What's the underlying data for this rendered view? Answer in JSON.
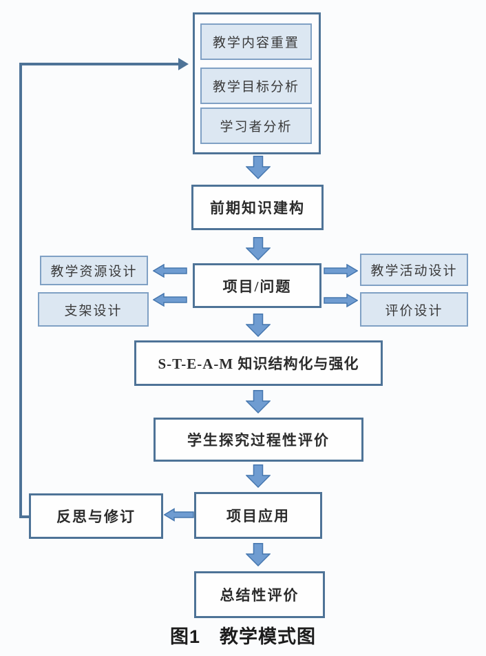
{
  "page": {
    "background": "#fbfcfd",
    "caption": "图1　教学模式图"
  },
  "colors": {
    "node_border": "#4e7397",
    "node_fill": "#fefefe",
    "subnode_fill": "#dce7f2",
    "subnode_border": "#7fa0c4",
    "arrow_fill": "#6f9cd1",
    "arrow_stroke": "#4576ae",
    "feedback_line": "#4e7397"
  },
  "top_group": {
    "items": [
      "教学内容重置",
      "教学目标分析",
      "学习者分析"
    ]
  },
  "nodes": {
    "prior_knowledge": "前期知识建构",
    "project_problem": "项目/问题",
    "left_branches": [
      "教学资源设计",
      "支架设计"
    ],
    "right_branches": [
      "教学活动设计",
      "评价设计"
    ],
    "steam": "S-T-E-A-M 知识结构化与强化",
    "process_evaluation": "学生探究过程性评价",
    "project_application": "项目应用",
    "reflection_revision": "反思与修订",
    "summative_evaluation": "总结性评价"
  }
}
